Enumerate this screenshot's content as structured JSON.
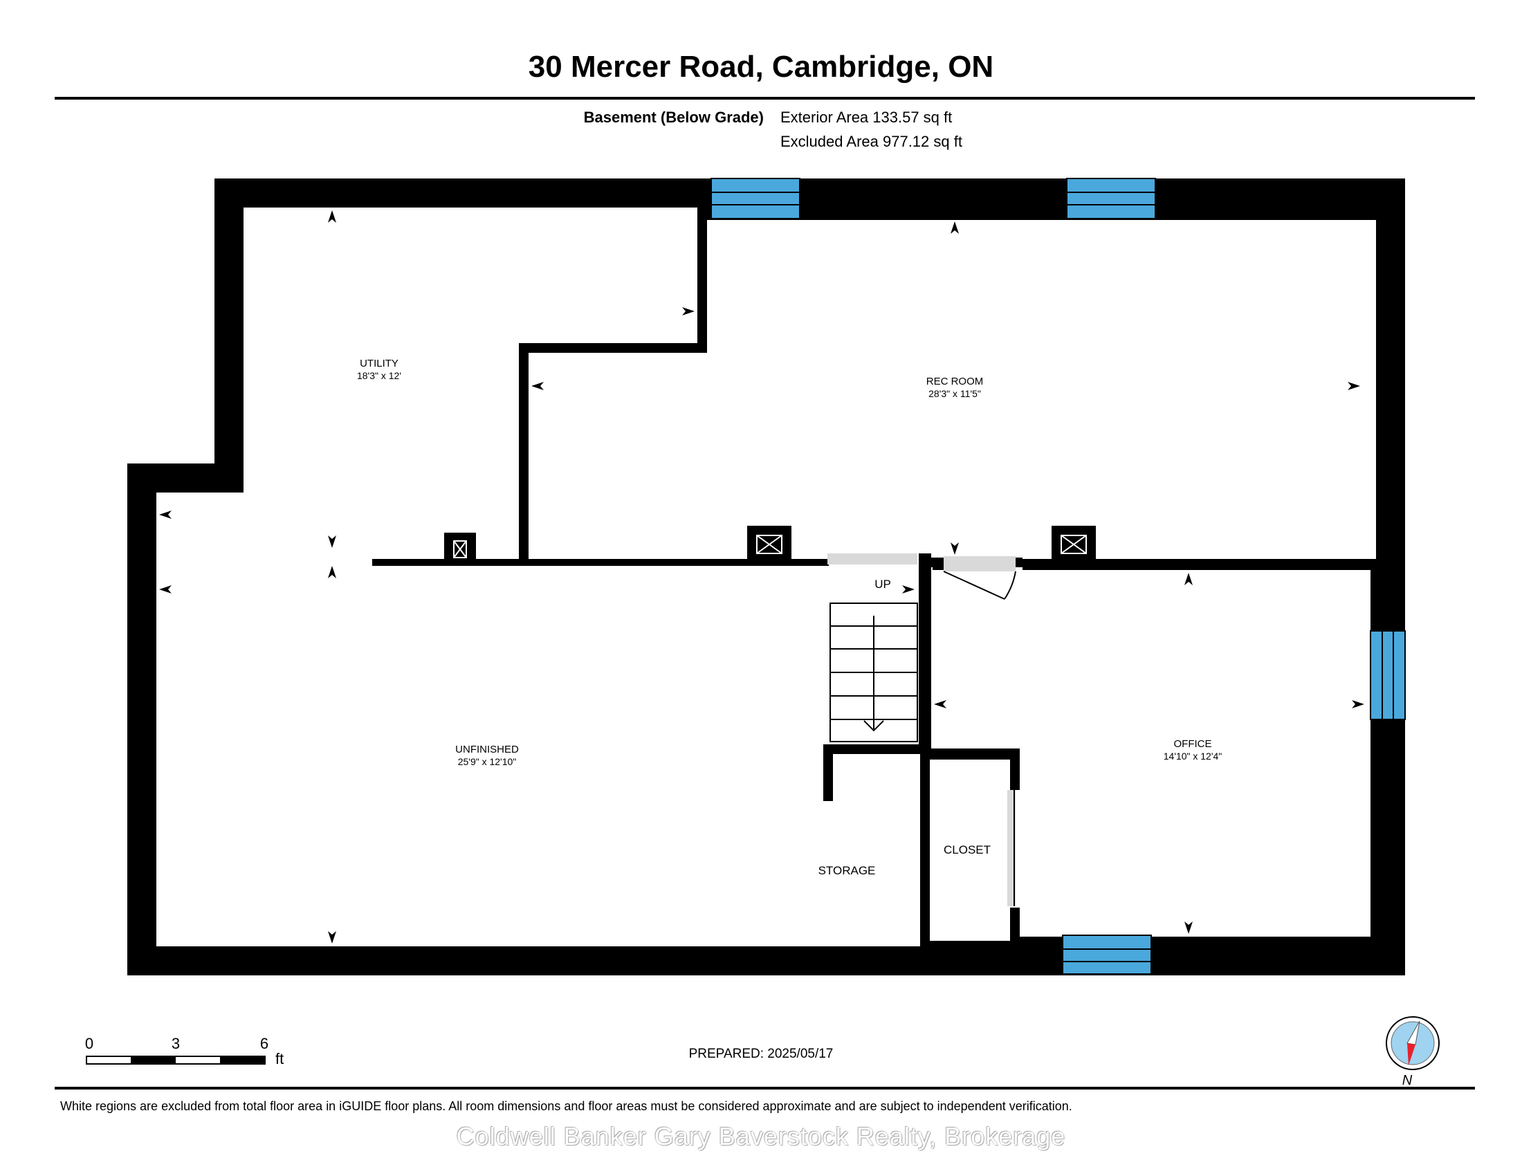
{
  "title": "30 Mercer Road, Cambridge, ON",
  "floor": {
    "label": "Basement (Below Grade)",
    "exterior_area": "Exterior Area 133.57 sq ft",
    "excluded_area": "Excluded Area 977.12 sq ft"
  },
  "rooms": {
    "utility": {
      "name": "UTILITY",
      "dims": "18'3\" x 12'"
    },
    "rec_room": {
      "name": "REC ROOM",
      "dims": "28'3\" x 11'5\""
    },
    "unfinished": {
      "name": "UNFINISHED",
      "dims": "25'9\" x 12'10\""
    },
    "office": {
      "name": "OFFICE",
      "dims": "14'10\" x 12'4\""
    },
    "storage": {
      "name": "STORAGE"
    },
    "closet": {
      "name": "CLOSET"
    }
  },
  "stairs_label": "UP",
  "scale": {
    "ticks": [
      "0",
      "3",
      "6"
    ],
    "unit": "ft"
  },
  "compass_label": "N",
  "prepared": "PREPARED: 2025/05/17",
  "disclaimer": "White regions are excluded from total floor area in iGUIDE floor plans. All room dimensions and floor areas must be considered approximate and are subject to independent verification.",
  "watermark": "Coldwell Banker Gary Baverstock Realty, Brokerage",
  "colors": {
    "wall": "#000000",
    "window": "#4aa8dc",
    "door": "#d9d9d9",
    "compass_needle": "#e8212b",
    "compass_face": "#9fd3f0"
  }
}
